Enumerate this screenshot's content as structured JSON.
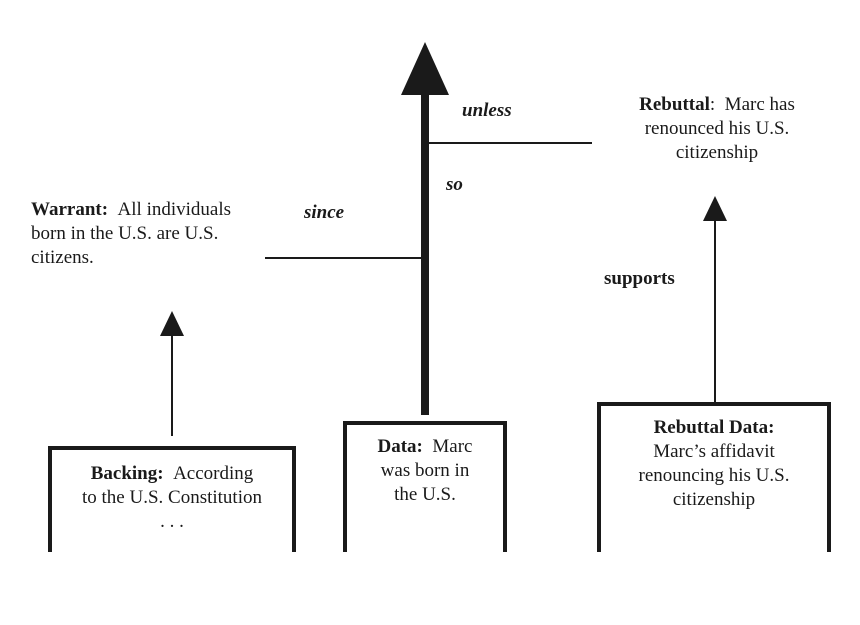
{
  "warrant": {
    "heading": "Warrant:",
    "lines": [
      "All individuals",
      "born in the U.S. are U.S.",
      "citizens."
    ]
  },
  "rebuttal": {
    "heading": "Rebuttal",
    "heading_suffix": ":",
    "lines": [
      "Marc has",
      "renounced his U.S.",
      "citizenship"
    ]
  },
  "backing": {
    "heading": "Backing:",
    "lines": [
      "According",
      "to the U.S. Constitution",
      ". . ."
    ]
  },
  "data_box": {
    "heading": "Data:",
    "lines": [
      "Marc",
      "was born in",
      "the U.S."
    ]
  },
  "rebuttal_data": {
    "heading": "Rebuttal Data:",
    "lines": [
      "Marc’s affidavit",
      "renouncing his U.S.",
      "citizenship"
    ]
  },
  "connectors": {
    "unless": "unless",
    "so": "so",
    "since": "since",
    "supports": "supports"
  }
}
